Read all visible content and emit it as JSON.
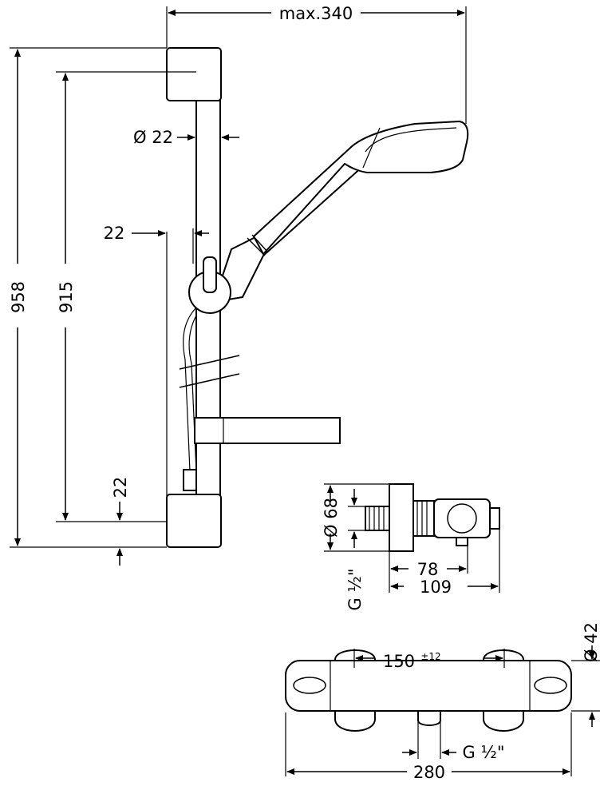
{
  "dimensions": {
    "max_reach": "max.340",
    "rail_diameter": "Ø 22",
    "holder_offset": "22",
    "total_height": "958",
    "rail_height": "915",
    "bracket_height": "22",
    "connector_diameter": "Ø 68",
    "connector_thread": "G ½\"",
    "connector_depth_78": "78",
    "connector_depth_109": "109",
    "centres_value": "150",
    "centres_tolerance": "±12",
    "body_diameter": "Ø 42",
    "outlet_thread": "G ½\"",
    "body_width": "280"
  },
  "colors": {
    "line": "#000000",
    "background": "#ffffff"
  }
}
